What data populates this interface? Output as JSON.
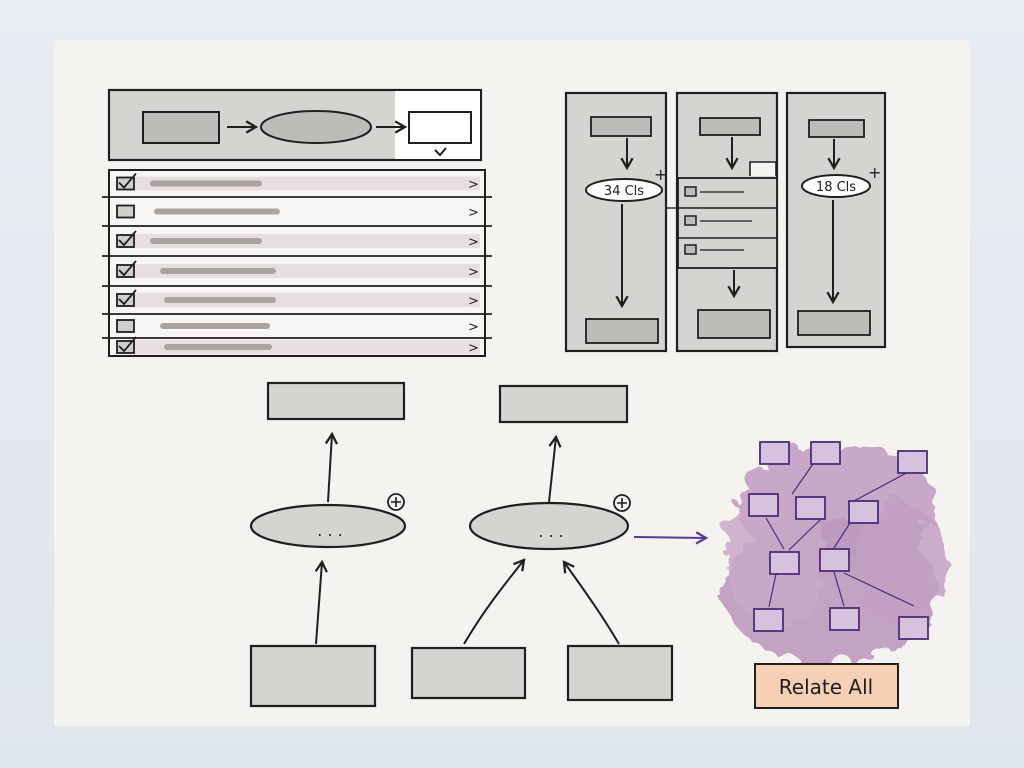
{
  "labels": {
    "cls_count_left": "34 Cls",
    "cls_count_right": "18 Cls",
    "relate_all": "Relate All",
    "ellipsis": ". . ."
  },
  "symbols": {
    "plus": "+",
    "chevron": ">",
    "check": "✓"
  },
  "list": {
    "rows": [
      {
        "checked": true,
        "highlight": true
      },
      {
        "checked": false,
        "highlight": false
      },
      {
        "checked": true,
        "highlight": true
      },
      {
        "checked": true,
        "highlight": true
      },
      {
        "checked": true,
        "highlight": true
      },
      {
        "checked": false,
        "highlight": false
      },
      {
        "checked": true,
        "highlight": true
      }
    ]
  },
  "colors": {
    "ink": "#1f1f1f",
    "box_fill": "#d5d4d1",
    "row_highlight": "#eadde2",
    "cloud": "#b98fb8",
    "node_stroke": "#4a2d7a",
    "relate_fill": "#f7cfb5",
    "arrow_purple": "#5a3a9a"
  },
  "icons": [
    "checkbox-icon",
    "chevron-right-icon",
    "plus-circle-icon",
    "arrow-icon"
  ]
}
